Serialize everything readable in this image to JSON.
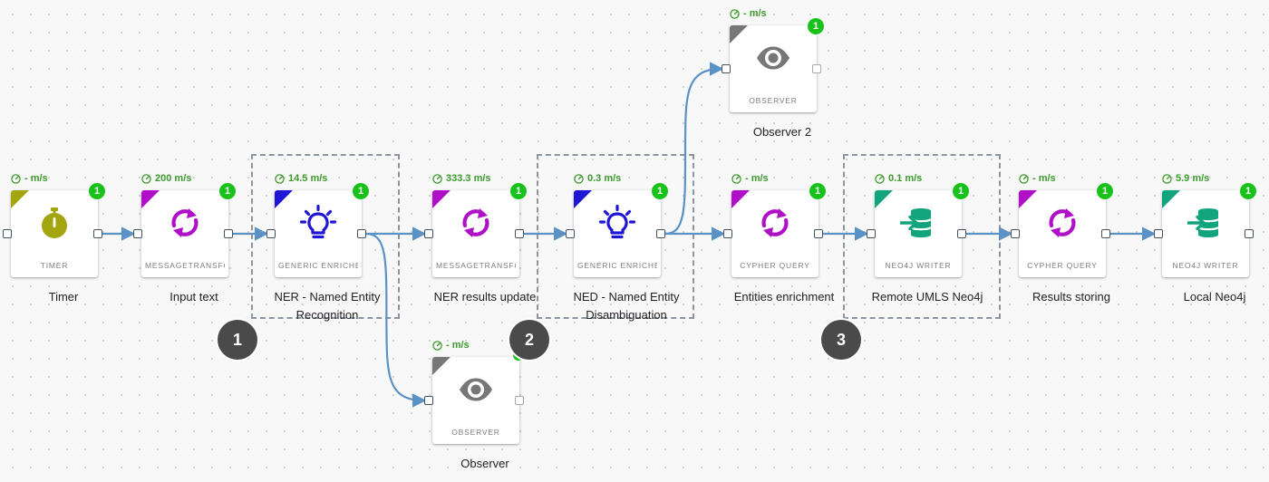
{
  "colors": {
    "timer": "#a3a60f",
    "transform": "#b00fc8",
    "enricher": "#2016d6",
    "observer": "#777777",
    "writer": "#12a47c",
    "wire": "#5a92c6",
    "badge": "#19c21a"
  },
  "nodes": [
    {
      "id": "timer",
      "label": "Timer",
      "type": "TIMER",
      "rate": "- m/s",
      "badge": "1",
      "icon": "stopwatch-icon",
      "color": "timer"
    },
    {
      "id": "input-text",
      "label": "Input text",
      "type": "MESSAGETRANSFO",
      "rate": "200 m/s",
      "badge": "1",
      "icon": "refresh-icon",
      "color": "transform"
    },
    {
      "id": "ner",
      "label": "NER - Named Entity Recognition",
      "type": "GENERIC ENRICHEF",
      "rate": "14.5 m/s",
      "badge": "1",
      "icon": "lightbulb-icon",
      "color": "enricher"
    },
    {
      "id": "ner-results-update",
      "label": "NER results update",
      "type": "MESSAGETRANSFO",
      "rate": "333.3 m/s",
      "badge": "1",
      "icon": "refresh-icon",
      "color": "transform"
    },
    {
      "id": "ned",
      "label": "NED - Named Entity Disambiguation",
      "type": "GENERIC ENRICHEF",
      "rate": "0.3 m/s",
      "badge": "1",
      "icon": "lightbulb-icon",
      "color": "enricher"
    },
    {
      "id": "entities-enrichment",
      "label": "Entities enrichment",
      "type": "CYPHER QUERY",
      "rate": "- m/s",
      "badge": "1",
      "icon": "refresh-icon",
      "color": "transform"
    },
    {
      "id": "remote-umls",
      "label": "Remote UMLS Neo4j",
      "type": "NEO4J WRITER",
      "rate": "0.1 m/s",
      "badge": "1",
      "icon": "database-import-icon",
      "color": "writer"
    },
    {
      "id": "results-storing",
      "label": "Results storing",
      "type": "CYPHER QUERY",
      "rate": "- m/s",
      "badge": "1",
      "icon": "refresh-icon",
      "color": "transform"
    },
    {
      "id": "local-neo4j",
      "label": "Local Neo4j",
      "type": "NEO4J WRITER",
      "rate": "5.9 m/s",
      "badge": "1",
      "icon": "database-import-icon",
      "color": "writer"
    },
    {
      "id": "observer-2",
      "label": "Observer 2",
      "type": "OBSERVER",
      "rate": "- m/s",
      "badge": "1",
      "icon": "eye-icon",
      "color": "observer"
    },
    {
      "id": "observer",
      "label": "Observer",
      "type": "OBSERVER",
      "rate": "- m/s",
      "badge": "",
      "icon": "eye-icon",
      "color": "observer"
    }
  ],
  "edges": [
    [
      "timer",
      "input-text"
    ],
    [
      "input-text",
      "ner"
    ],
    [
      "ner",
      "ner-results-update"
    ],
    [
      "ner",
      "observer"
    ],
    [
      "ner-results-update",
      "ned"
    ],
    [
      "ned",
      "observer-2"
    ],
    [
      "ned",
      "entities-enrichment"
    ],
    [
      "entities-enrichment",
      "remote-umls"
    ],
    [
      "remote-umls",
      "results-storing"
    ],
    [
      "results-storing",
      "local-neo4j"
    ]
  ],
  "steps": [
    {
      "id": "step-1",
      "number": "1"
    },
    {
      "id": "step-2",
      "number": "2"
    },
    {
      "id": "step-3",
      "number": "3"
    }
  ]
}
